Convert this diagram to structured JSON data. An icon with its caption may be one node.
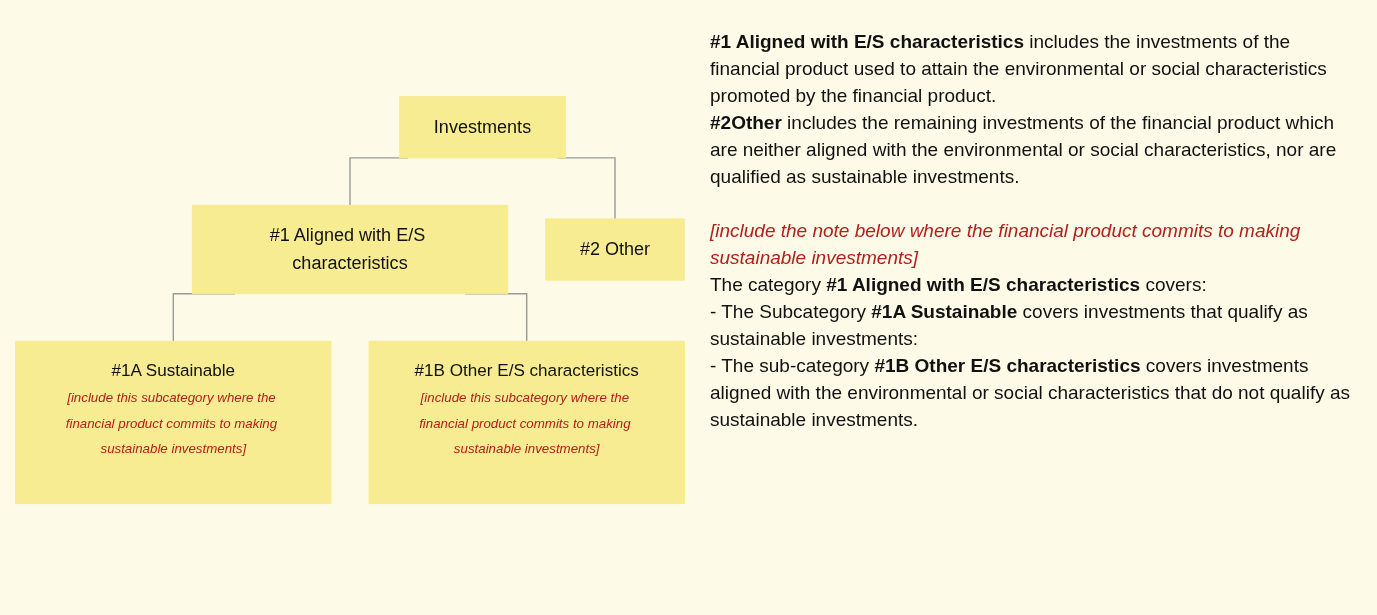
{
  "diagram": {
    "nodes": [
      {
        "text": [
          "Investments"
        ]
      },
      {
        "text": [
          "#1 Aligned with E/S characteristics"
        ]
      },
      {
        "text": [
          "#2 Other"
        ]
      },
      {
        "text": [
          "#1A Sustainable",
          "[include this subcategory where the financial product commits to making sustainable investments]"
        ]
      },
      {
        "text": [
          "#1B Other E/S characteristics",
          "[include this subcategory where the financial product commits to making sustainable investments]"
        ]
      }
    ],
    "edges": [
      {
        "from": 0,
        "to": 1,
        "arrow": "none"
      },
      {
        "from": 0,
        "to": 2,
        "arrow": "none"
      },
      {
        "from": 1,
        "to": 3,
        "arrow": "none"
      },
      {
        "from": 1,
        "to": 4,
        "arrow": "none"
      }
    ],
    "labels": [
      "**#1 Aligned with E/S characteristics** includes the investments of the financial product used to attain the environmental or social characteristics promoted by the financial product.",
      "**#2Other** includes the remaining investments of the financial product which are neither aligned with the environmental or social characteristics, nor are qualified as sustainable investments.",
      "[include the note below where the financial product commits to making sustainable investments]",
      "The category **#1 Aligned with E/S characteristics** covers:",
      "- The Subcategory **#1A Sustainable** covers investments that qualify as sustainable investments:",
      "- The sub-category **#1B Other E/S characteristics** covers investments aligned with the environmental or social characteristics that do not qualify as sustainable investments."
    ]
  }
}
